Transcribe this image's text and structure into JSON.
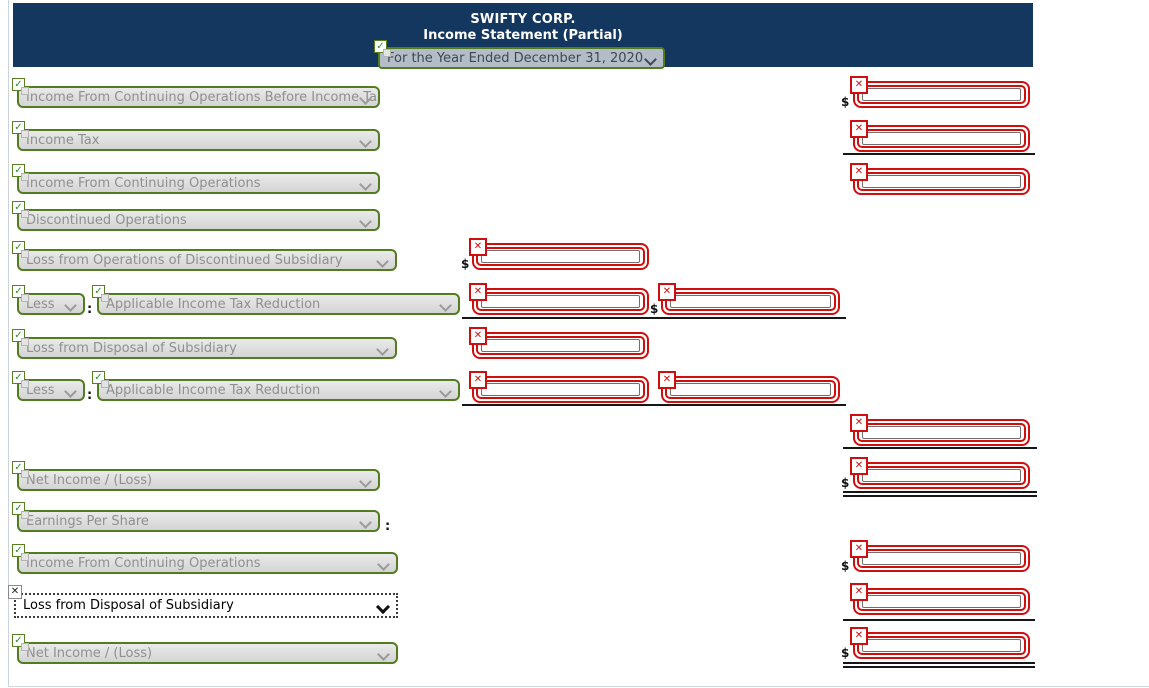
{
  "header": {
    "company_name": "SWIFTY CORP.",
    "report_title": "Income Statement (Partial)",
    "period": "For the Year Ended December 31, 2020"
  },
  "labels": {
    "r1": "Income From Continuing Operations Before Income Tax",
    "r2": "Income Tax",
    "r3": "Income From Continuing Operations",
    "r4": "Discontinued Operations",
    "r5": "Loss from Operations of Discontinued Subsidiary",
    "r6_less": "Less",
    "r6_item": "Applicable Income Tax Reduction",
    "r7": "Loss from Disposal of Subsidiary",
    "r8_less": "Less",
    "r8_item": "Applicable Income Tax Reduction",
    "r9": "Net Income / (Loss)",
    "r10": "Earnings Per Share",
    "r11": "Income From Continuing Operations",
    "r12": "Loss from Disposal of Subsidiary",
    "r13": "Net Income / (Loss)"
  },
  "symbols": {
    "dollar": "$",
    "colon": ":",
    "check": "✓",
    "cross": "✕"
  },
  "inputs": {
    "value": ""
  },
  "colors": {
    "header_navy": "#14375f",
    "correct_green": "#517c1f",
    "incorrect_red": "#cf0e0e"
  }
}
